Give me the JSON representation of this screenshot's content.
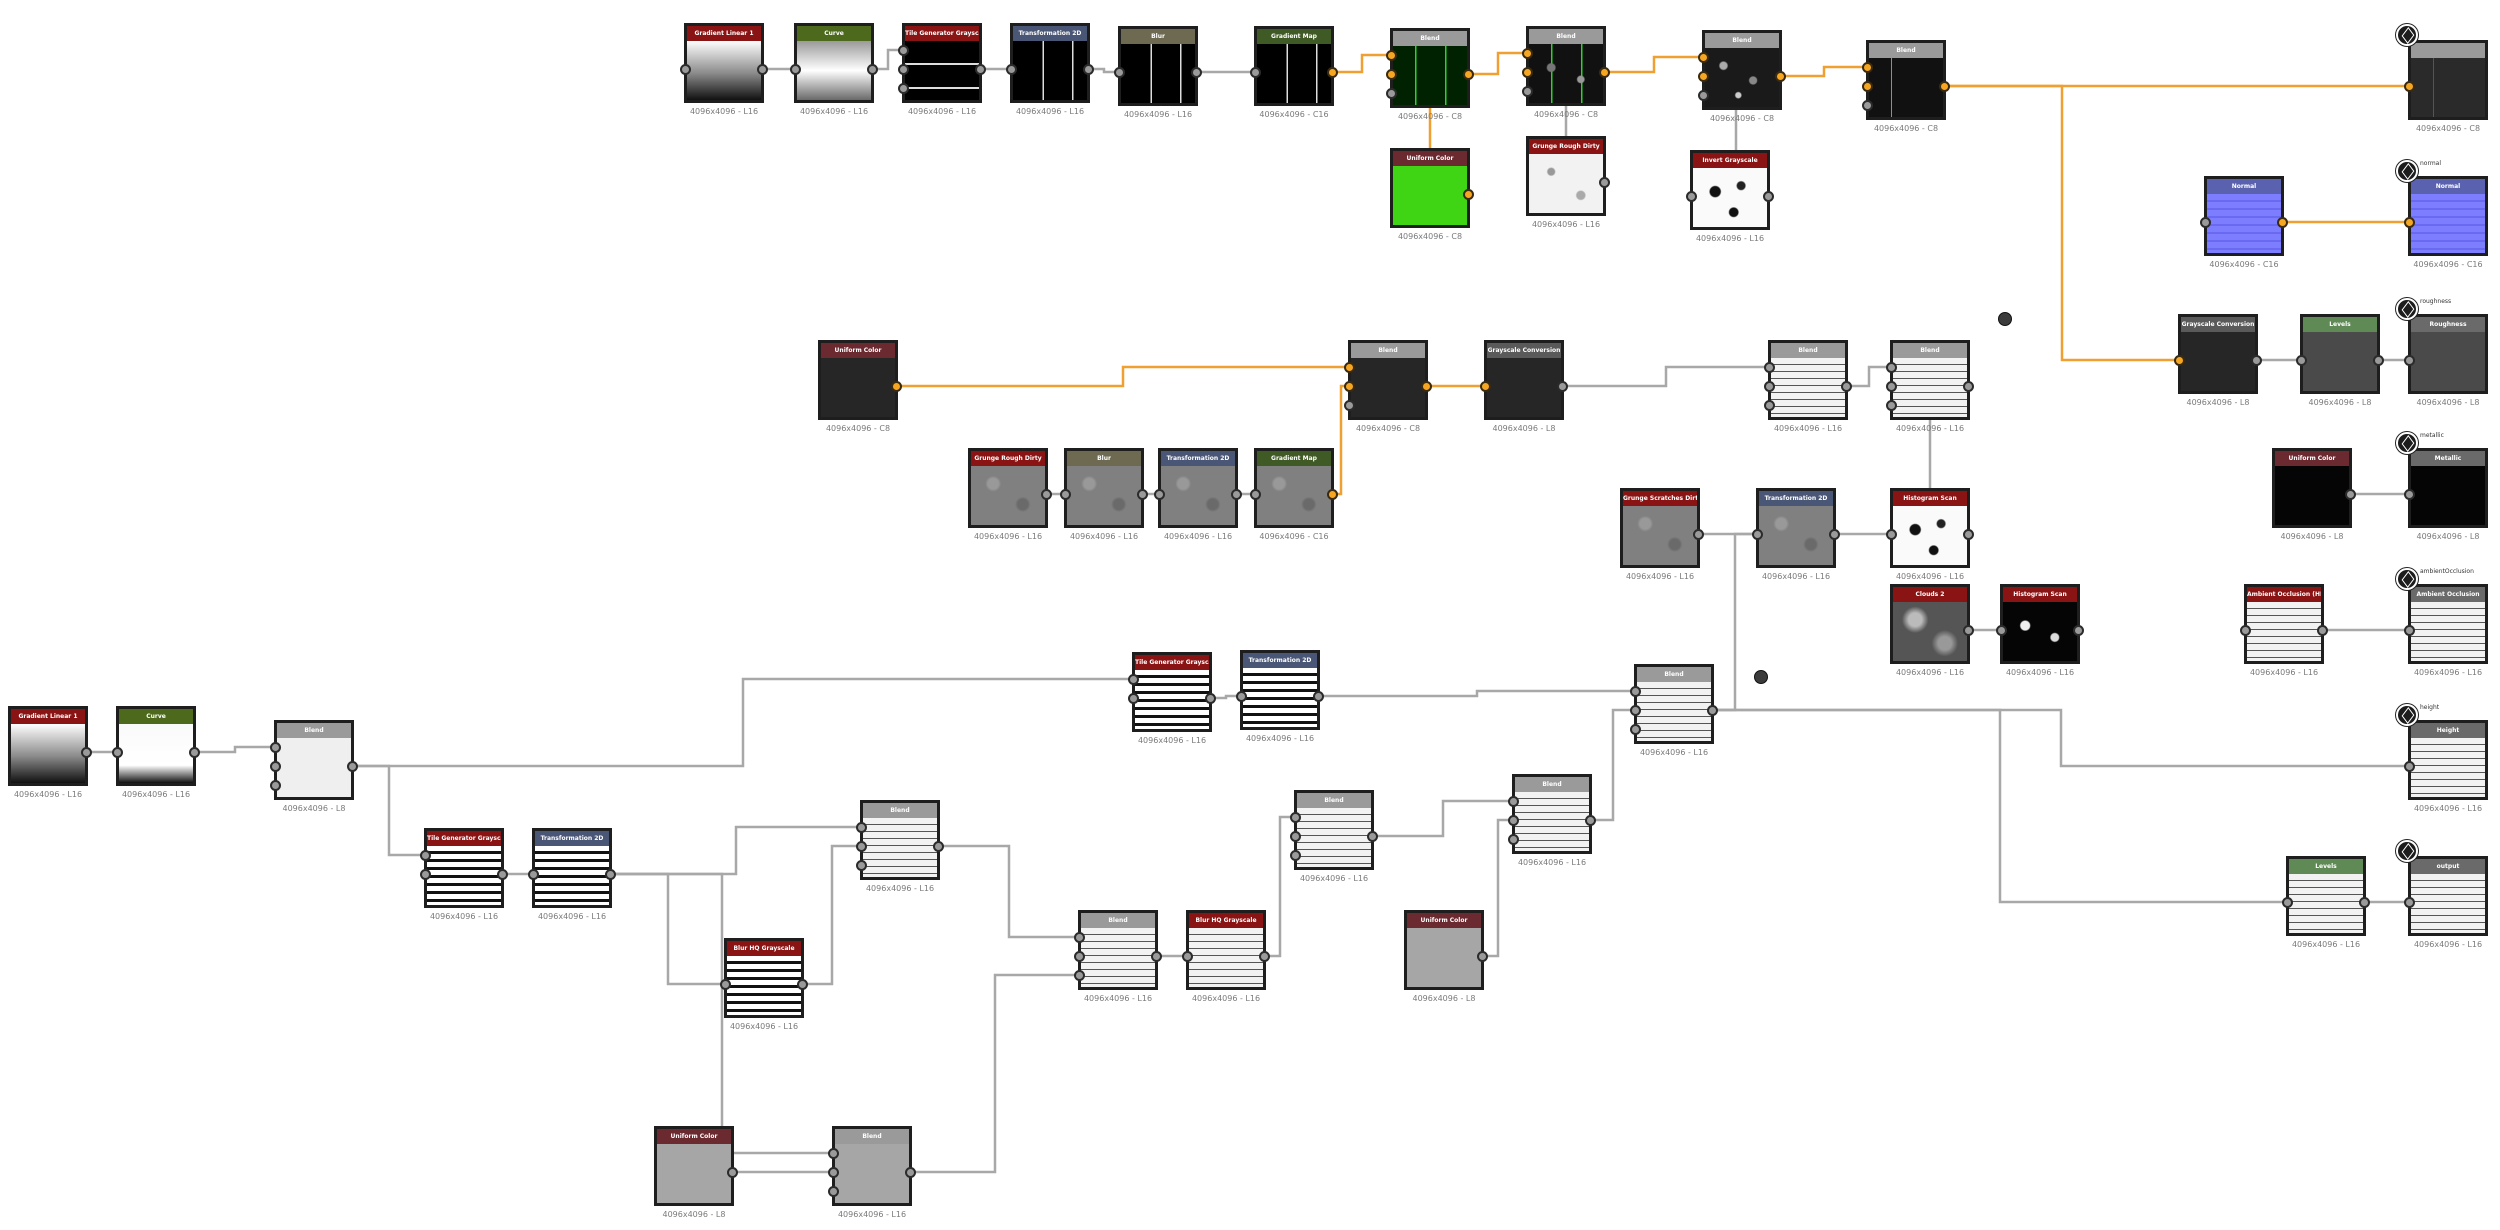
{
  "nodes": [
    {
      "id": "gl1",
      "title": "Gradient Linear 1",
      "hdr": "#8a1414",
      "thumb": "gradDark",
      "cap": "4096x4096 - L16",
      "ports_in": 1,
      "ports_out": 1
    },
    {
      "id": "cv1",
      "title": "Curve",
      "hdr": "#4d6a1c",
      "thumb": "gradLight",
      "cap": "4096x4096 - L16",
      "ports_in": 1,
      "ports_out": 1
    },
    {
      "id": "tgg1",
      "title": "Tile Generator Grayscale",
      "hdr": "#8a1414",
      "thumb": "tileBlack",
      "cap": "4096x4096 - L16",
      "ports_in": 3,
      "ports_out": 1
    },
    {
      "id": "tr1",
      "title": "Transformation 2D",
      "hdr": "#4a5676",
      "thumb": "blackLines",
      "cap": "4096x4096 - L16",
      "ports_in": 1,
      "ports_out": 1
    },
    {
      "id": "bl1",
      "title": "Blur",
      "hdr": "#6e6a52",
      "thumb": "blackLines",
      "cap": "4096x4096 - L16",
      "ports_in": 1,
      "ports_out": 1
    },
    {
      "id": "gm1",
      "title": "Gradient Map",
      "hdr": "#3f5a24",
      "thumb": "blackLines",
      "cap": "4096x4096 - C16",
      "ports_in": 1,
      "ports_out": 1,
      "orange_out": true
    },
    {
      "id": "bd1",
      "title": "Blend",
      "hdr": "#9a9a9a",
      "thumb": "blackGreen",
      "cap": "4096x4096 - C8",
      "ports_in": 3,
      "ports_out": 1,
      "orange_in": true,
      "orange_out": true
    },
    {
      "id": "bd2",
      "title": "Blend",
      "hdr": "#9a9a9a",
      "thumb": "grungeDarkGreen",
      "cap": "4096x4096 - C8",
      "ports_in": 3,
      "ports_out": 1,
      "orange_in": true,
      "orange_out": true
    },
    {
      "id": "bd3",
      "title": "Blend",
      "hdr": "#9a9a9a",
      "thumb": "grungeDark",
      "cap": "4096x4096 - C8",
      "ports_in": 3,
      "ports_out": 1,
      "orange_in": true,
      "orange_out": true
    },
    {
      "id": "bd4",
      "title": "Blend",
      "hdr": "#9a9a9a",
      "thumb": "darkGrid",
      "cap": "4096x4096 - C8",
      "ports_in": 3,
      "ports_out": 1,
      "orange_in": true,
      "orange_out": true
    },
    {
      "id": "uc1",
      "title": "Uniform Color",
      "hdr": "#6a2a30",
      "thumb": "green",
      "cap": "4096x4096 - C8",
      "ports_in": 0,
      "ports_out": 1,
      "orange_out": true
    },
    {
      "id": "grd1",
      "title": "Grunge Rough Dirty",
      "hdr": "#8a1414",
      "thumb": "grungeWhite",
      "cap": "4096x4096 - L16",
      "ports_in": 0,
      "ports_out": 1
    },
    {
      "id": "ig1",
      "title": "Invert Grayscale",
      "hdr": "#8a1414",
      "thumb": "spotsWhite",
      "cap": "4096x4096 - L16",
      "ports_in": 1,
      "ports_out": 1
    },
    {
      "id": "uc2",
      "title": "Uniform Color",
      "hdr": "#6a2a30",
      "thumb": "dark",
      "cap": "4096x4096 - C8",
      "ports_in": 0,
      "ports_out": 1,
      "orange_out": true
    },
    {
      "id": "bd5",
      "title": "Blend",
      "hdr": "#9a9a9a",
      "thumb": "dark",
      "cap": "4096x4096 - C8",
      "ports_in": 3,
      "ports_out": 1,
      "orange_in": true,
      "orange_out": true
    },
    {
      "id": "gc1",
      "title": "Grayscale Conversion",
      "hdr": "#5a5a5a",
      "thumb": "dark",
      "cap": "4096x4096 - L8",
      "ports_in": 1,
      "ports_out": 1,
      "orange_in": true
    },
    {
      "id": "grd2",
      "title": "Grunge Rough Dirty",
      "hdr": "#8a1414",
      "thumb": "grungeGray",
      "cap": "4096x4096 - L16",
      "ports_in": 0,
      "ports_out": 1
    },
    {
      "id": "bl2",
      "title": "Blur",
      "hdr": "#6e6a52",
      "thumb": "grungeGray",
      "cap": "4096x4096 - L16",
      "ports_in": 1,
      "ports_out": 1
    },
    {
      "id": "tr2",
      "title": "Transformation 2D",
      "hdr": "#4a5676",
      "thumb": "grungeGray",
      "cap": "4096x4096 - L16",
      "ports_in": 1,
      "ports_out": 1
    },
    {
      "id": "gm2",
      "title": "Gradient Map",
      "hdr": "#3f5a24",
      "thumb": "grungeGray",
      "cap": "4096x4096 - C16",
      "ports_in": 1,
      "ports_out": 1,
      "orange_out": true
    },
    {
      "id": "bd6",
      "title": "Blend",
      "hdr": "#9a9a9a",
      "thumb": "stripesLight",
      "cap": "4096x4096 - L16",
      "ports_in": 3,
      "ports_out": 1
    },
    {
      "id": "bd7",
      "title": "Blend",
      "hdr": "#9a9a9a",
      "thumb": "stripesLight",
      "cap": "4096x4096 - L16",
      "ports_in": 3,
      "ports_out": 1
    },
    {
      "id": "gsd1",
      "title": "Grunge Scratches Dirty",
      "hdr": "#8a1414",
      "thumb": "grungeGray",
      "cap": "4096x4096 - L16",
      "ports_in": 0,
      "ports_out": 1
    },
    {
      "id": "tr3",
      "title": "Transformation 2D",
      "hdr": "#4a5676",
      "thumb": "grungeGray",
      "cap": "4096x4096 - L16",
      "ports_in": 1,
      "ports_out": 1
    },
    {
      "id": "hs1",
      "title": "Histogram Scan",
      "hdr": "#8a1414",
      "thumb": "spotsWhite",
      "cap": "4096x4096 - L16",
      "ports_in": 1,
      "ports_out": 1
    },
    {
      "id": "cl1",
      "title": "Clouds 2",
      "hdr": "#8a1414",
      "thumb": "clouds",
      "cap": "4096x4096 - L16",
      "ports_in": 0,
      "ports_out": 1
    },
    {
      "id": "hs2",
      "title": "Histogram Scan",
      "hdr": "#8a1414",
      "thumb": "spotsBlack",
      "cap": "4096x4096 - L16",
      "ports_in": 1,
      "ports_out": 1
    },
    {
      "id": "bd8",
      "title": "Blend",
      "hdr": "#9a9a9a",
      "thumb": "blackWhite",
      "cap": "4096x4096 - C8",
      "ports_in": 3,
      "ports_out": 1,
      "orange_in": true,
      "orange_out": true
    },
    {
      "id": "nm1",
      "title": "Normal",
      "hdr": "#5a62b0",
      "thumb": "blue",
      "cap": "4096x4096 - C16",
      "ports_in": 1,
      "ports_out": 1,
      "orange_out": true
    },
    {
      "id": "gc2",
      "title": "Grayscale Conversion",
      "hdr": "#5a5a5a",
      "thumb": "dark",
      "cap": "4096x4096 - L8",
      "ports_in": 1,
      "ports_out": 1,
      "orange_in": true
    },
    {
      "id": "lv1",
      "title": "Levels",
      "hdr": "#5f8a56",
      "thumb": "darkGray",
      "cap": "4096x4096 - L8",
      "ports_in": 1,
      "ports_out": 1
    },
    {
      "id": "uc3",
      "title": "Uniform Color",
      "hdr": "#6a2a30",
      "thumb": "black",
      "cap": "4096x4096 - L8",
      "ports_in": 0,
      "ports_out": 1
    },
    {
      "id": "ao1",
      "title": "Ambient Occlusion (HBAO)",
      "hdr": "#8a1414",
      "thumb": "stripesLight",
      "cap": "4096x4096 - L16",
      "ports_in": 1,
      "ports_out": 1
    },
    {
      "id": "lv2",
      "title": "Levels",
      "hdr": "#5f8a56",
      "thumb": "stripesLight",
      "cap": "4096x4096 - L16",
      "ports_in": 1,
      "ports_out": 1
    },
    {
      "id": "gl2",
      "title": "Gradient Linear 1",
      "hdr": "#8a1414",
      "thumb": "gradDark",
      "cap": "4096x4096 - L16",
      "ports_in": 0,
      "ports_out": 1
    },
    {
      "id": "cv2",
      "title": "Curve",
      "hdr": "#4d6a1c",
      "thumb": "gradLight2",
      "cap": "4096x4096 - L16",
      "ports_in": 1,
      "ports_out": 1
    },
    {
      "id": "bd9",
      "title": "Blend",
      "hdr": "#9a9a9a",
      "thumb": "light",
      "cap": "4096x4096 - L8",
      "ports_in": 3,
      "ports_out": 1
    },
    {
      "id": "tgg2",
      "title": "Tile Generator Grayscale",
      "hdr": "#8a1414",
      "thumb": "stripesDark",
      "cap": "4096x4096 - L16",
      "ports_in": 2,
      "ports_out": 1
    },
    {
      "id": "tr4",
      "title": "Transformation 2D",
      "hdr": "#4a5676",
      "thumb": "stripesDark",
      "cap": "4096x4096 - L16",
      "ports_in": 1,
      "ports_out": 1
    },
    {
      "id": "tgg3",
      "title": "Tile Generator Grayscale",
      "hdr": "#8a1414",
      "thumb": "stripesDark",
      "cap": "4096x4096 - L16",
      "ports_in": 2,
      "ports_out": 1
    },
    {
      "id": "tr5",
      "title": "Transformation 2D",
      "hdr": "#4a5676",
      "thumb": "stripesDark",
      "cap": "4096x4096 - L16",
      "ports_in": 1,
      "ports_out": 1
    },
    {
      "id": "bd10",
      "title": "Blend",
      "hdr": "#9a9a9a",
      "thumb": "stripesLight",
      "cap": "4096x4096 - L16",
      "ports_in": 3,
      "ports_out": 1
    },
    {
      "id": "bhq1",
      "title": "Blur HQ Grayscale",
      "hdr": "#8a1414",
      "thumb": "stripesDark",
      "cap": "4096x4096 - L16",
      "ports_in": 1,
      "ports_out": 1
    },
    {
      "id": "bd11",
      "title": "Blend",
      "hdr": "#9a9a9a",
      "thumb": "stripesLight",
      "cap": "4096x4096 - L16",
      "ports_in": 3,
      "ports_out": 1
    },
    {
      "id": "bhq2",
      "title": "Blur HQ Grayscale",
      "hdr": "#8a1414",
      "thumb": "stripesLight",
      "cap": "4096x4096 - L16",
      "ports_in": 1,
      "ports_out": 1
    },
    {
      "id": "bd12",
      "title": "Blend",
      "hdr": "#9a9a9a",
      "thumb": "stripesLight",
      "cap": "4096x4096 - L16",
      "ports_in": 3,
      "ports_out": 1
    },
    {
      "id": "bd13",
      "title": "Blend",
      "hdr": "#9a9a9a",
      "thumb": "stripesLight",
      "cap": "4096x4096 - L16",
      "ports_in": 3,
      "ports_out": 1
    },
    {
      "id": "uc4",
      "title": "Uniform Color",
      "hdr": "#6a2a30",
      "thumb": "gray",
      "cap": "4096x4096 - L8",
      "ports_in": 0,
      "ports_out": 1
    },
    {
      "id": "bd14",
      "title": "Blend",
      "hdr": "#9a9a9a",
      "thumb": "stripesLight",
      "cap": "4096x4096 - L16",
      "ports_in": 3,
      "ports_out": 1
    },
    {
      "id": "uc5",
      "title": "Uniform Color",
      "hdr": "#6a2a30",
      "thumb": "gray",
      "cap": "4096x4096 - L8",
      "ports_in": 0,
      "ports_out": 1
    },
    {
      "id": "bd15",
      "title": "Blend",
      "hdr": "#9a9a9a",
      "thumb": "gray",
      "cap": "4096x4096 - L16",
      "ports_in": 3,
      "ports_out": 1
    },
    {
      "id": "o1",
      "title": "",
      "hdr": "#9a9a9a",
      "thumb": "darkGrid",
      "cap": "4096x4096 - C8",
      "ports_in": 1,
      "ports_out": 0,
      "orange_in": true
    },
    {
      "id": "o2",
      "title": "Normal",
      "hdr": "#5a62b0",
      "thumb": "blue",
      "cap": "4096x4096 - C16",
      "ports_in": 1,
      "ports_out": 0,
      "orange_in": true
    },
    {
      "id": "o3",
      "title": "Roughness",
      "hdr": "#6a6a6a",
      "thumb": "darkGray",
      "cap": "4096x4096 - L8",
      "ports_in": 1,
      "ports_out": 0
    },
    {
      "id": "o4",
      "title": "Metallic",
      "hdr": "#6a6a6a",
      "thumb": "black",
      "cap": "4096x4096 - L8",
      "ports_in": 1,
      "ports_out": 0
    },
    {
      "id": "o5",
      "title": "Ambient Occlusion",
      "hdr": "#6a6a6a",
      "thumb": "stripesLight",
      "cap": "4096x4096 - L16",
      "ports_in": 1,
      "ports_out": 0
    },
    {
      "id": "o6",
      "title": "Height",
      "hdr": "#6a6a6a",
      "thumb": "stripesLight",
      "cap": "4096x4096 - L16",
      "ports_in": 1,
      "ports_out": 0
    },
    {
      "id": "o7",
      "title": "output",
      "hdr": "#6a6a6a",
      "thumb": "stripesLight",
      "cap": "4096x4096 - L16",
      "ports_in": 1,
      "ports_out": 0
    }
  ],
  "outputs": [
    {
      "node": "o1",
      "label": ""
    },
    {
      "node": "o2",
      "label": "normal"
    },
    {
      "node": "o3",
      "label": "roughness"
    },
    {
      "node": "o4",
      "label": "metallic"
    },
    {
      "node": "o5",
      "label": "ambientOcclusion"
    },
    {
      "node": "o6",
      "label": "height"
    },
    {
      "node": "o7",
      "label": ""
    }
  ],
  "colors": {
    "orange": "#f0a030",
    "gray": "#a8a8a8",
    "canvas": "#ffffff"
  }
}
